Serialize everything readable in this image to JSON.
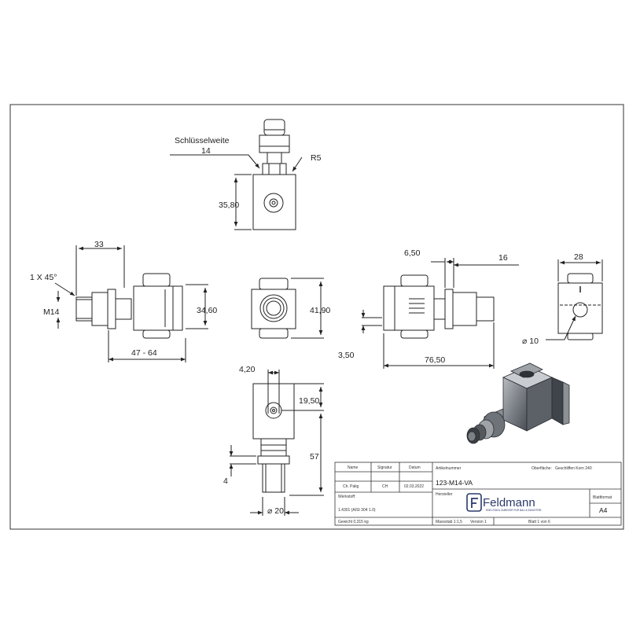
{
  "dimensions": {
    "wrench_label": "Schlüsselweite",
    "wrench_size": "14",
    "radius": "R5",
    "top_height": "35,80",
    "left_length": "33",
    "chamfer": "1 X 45°",
    "thread": "M14",
    "left_range": "47 - 64",
    "left_height": "34,60",
    "front_height": "41,90",
    "right_offset": "6,50",
    "right_top": "16",
    "right_small": "3,50",
    "right_length": "76,50",
    "side_width": "28",
    "hole_diameter": "⌀ 10",
    "bottom_offset": "4,20",
    "bottom_top": "19,50",
    "bottom_length": "57",
    "bottom_small": "4",
    "bottom_diameter": "⌀ 20"
  },
  "title_block": {
    "col_name": "Name",
    "col_signature": "Signatur",
    "col_date": "Datum",
    "name": "Ch. Palig",
    "signature": "CH",
    "date": "02.03.2022",
    "article_label": "Artikelnummer",
    "article": "123-M14-VA",
    "surface_label": "Oberfläche:",
    "surface": "Geschliffen Korn 240",
    "manufacturer_label": "Hersteller",
    "material_label": "Werkstoff:",
    "material": "1.4301 (AISI 304 1.0)",
    "company": "Feldmann",
    "company_tagline": "EDELSTAHL ZUBEHÖR FÜR BAU & INDUSTRIE",
    "format_label": "Blattformat",
    "format": "A4",
    "weight": "Gewicht 0,315 kg",
    "scale": "Massstab 1:1,5",
    "version": "Version 1",
    "sheet": "Blatt 1 von 6"
  }
}
